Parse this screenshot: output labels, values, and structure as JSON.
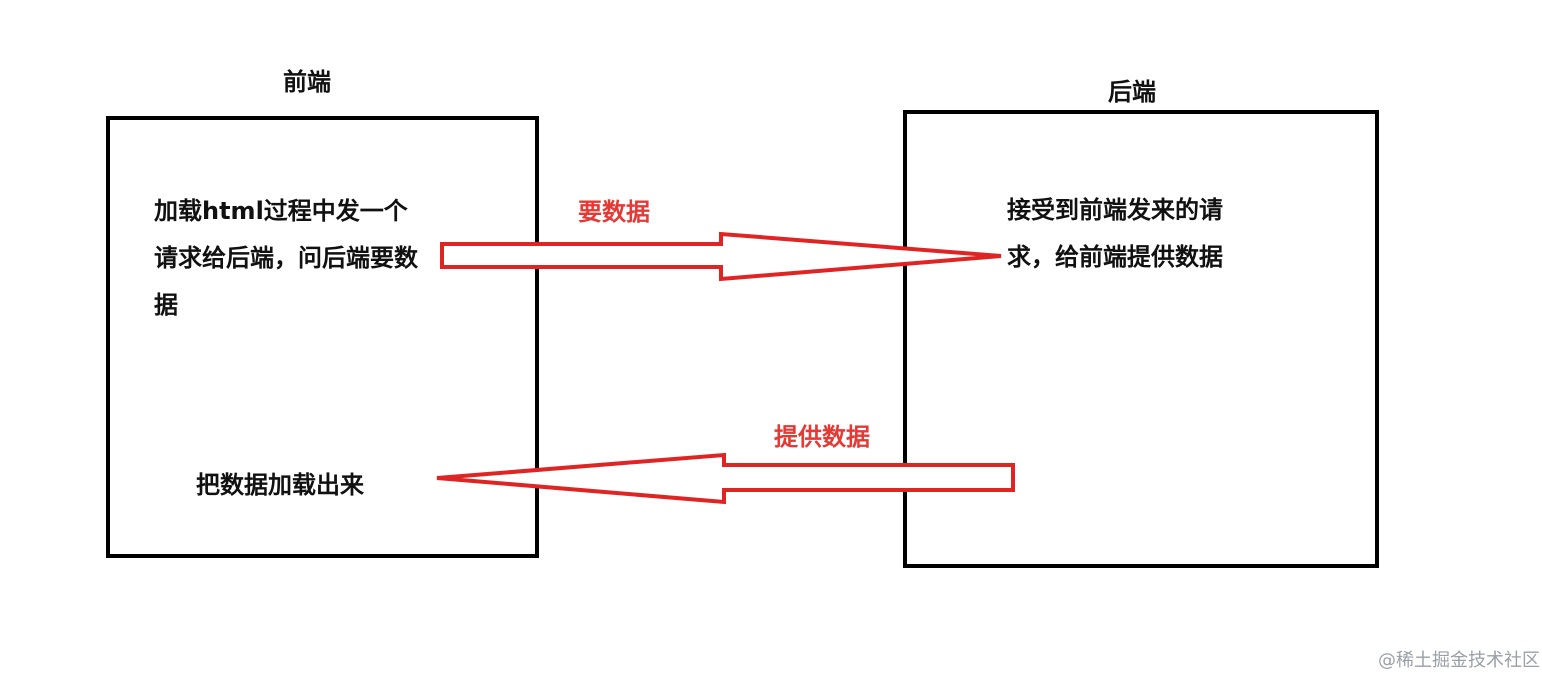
{
  "frontend": {
    "title": "前端",
    "request_text": "加载html过程中发一个请求给后端，问后端要数据",
    "render_text": "把数据加载出来"
  },
  "backend": {
    "title": "后端",
    "response_text": "接受到前端发来的请求，给前端提供数据"
  },
  "arrows": {
    "request_label": "要数据",
    "response_label": "提供数据",
    "color": "#e02424"
  },
  "watermark": "@稀土掘金技术社区",
  "colors": {
    "box_border": "#000000",
    "label_red": "#e53935",
    "watermark": "#9aa0a6"
  }
}
